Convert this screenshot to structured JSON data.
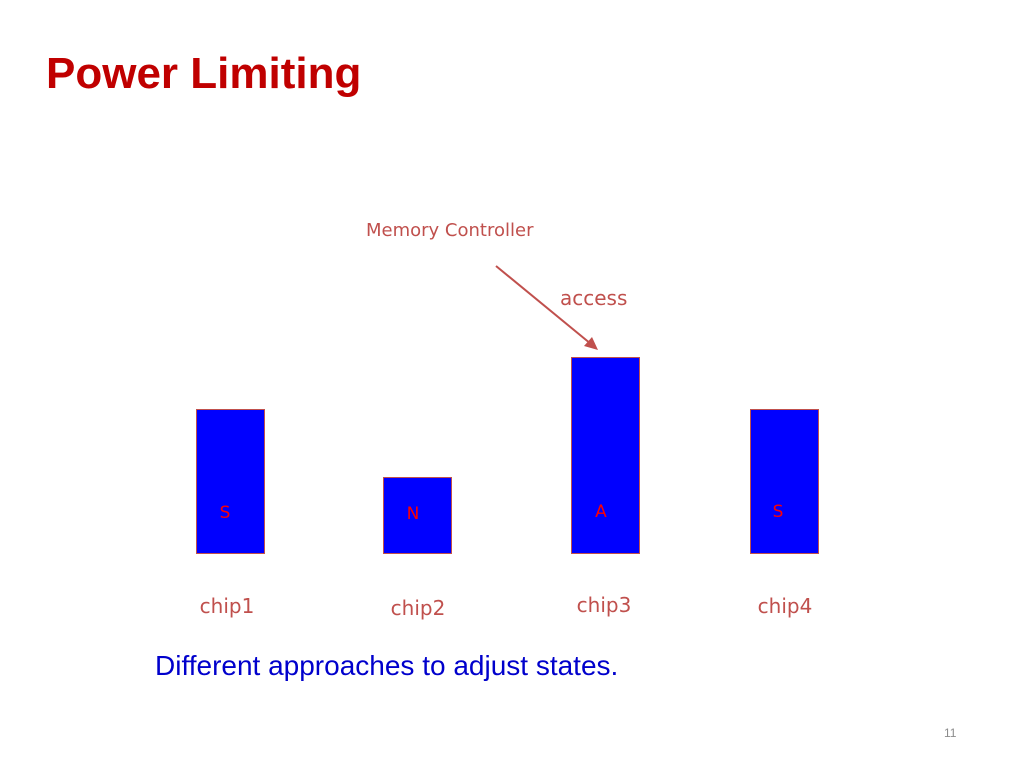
{
  "title": "Power Limiting",
  "memory_controller_label": "Memory Controller",
  "access_label": "access",
  "chips": [
    {
      "name": "chip1",
      "state": "S"
    },
    {
      "name": "chip2",
      "state": "N"
    },
    {
      "name": "chip3",
      "state": "A"
    },
    {
      "name": "chip4",
      "state": "S"
    }
  ],
  "caption": "Different approaches to adjust states.",
  "slide_number": "11",
  "colors": {
    "title": "#c00000",
    "bar_fill": "#0000ff",
    "labels": "#c0504d",
    "state_letters": "#ff0000",
    "caption": "#0000cc"
  }
}
